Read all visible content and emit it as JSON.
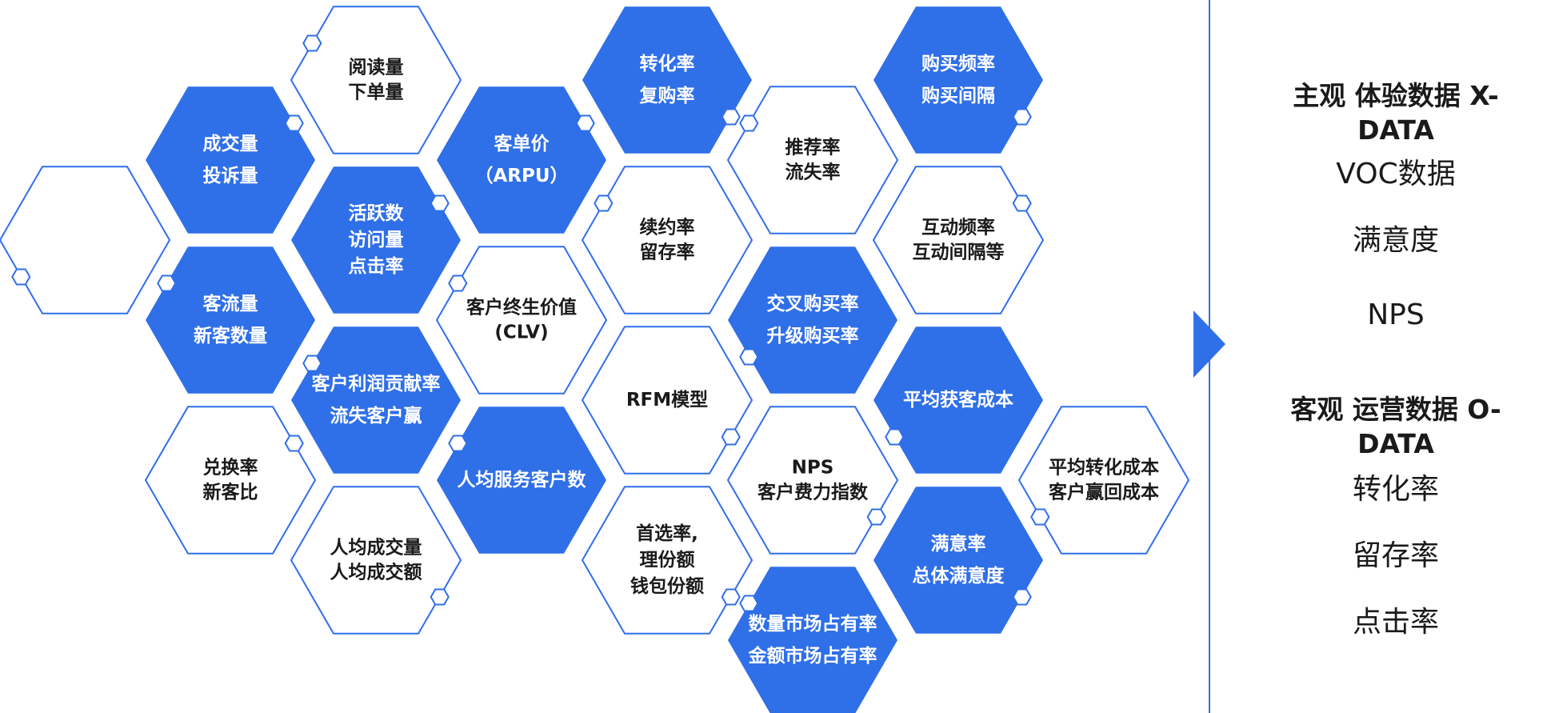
{
  "colors": {
    "accent": "#2f6fe8",
    "text_dark": "#1a1a1a",
    "text_light": "#ffffff",
    "background": "#ffffff"
  },
  "hexagons": [
    {
      "lines": [],
      "filled": false
    },
    {
      "lines": [
        "成交量",
        "投诉量"
      ],
      "filled": true
    },
    {
      "lines": [
        "客流量",
        "新客数量"
      ],
      "filled": true
    },
    {
      "lines": [
        "兑换率",
        "新客比"
      ],
      "filled": false
    },
    {
      "lines": [
        "阅读量",
        "下单量"
      ],
      "filled": false
    },
    {
      "lines": [
        "活跃数",
        "访问量",
        "点击率"
      ],
      "filled": true
    },
    {
      "lines": [
        "客户利润贡献率",
        "流失客户赢"
      ],
      "filled": true
    },
    {
      "lines": [
        "人均成交量",
        "人均成交额"
      ],
      "filled": false
    },
    {
      "lines": [
        "客单价",
        "（ARPU）"
      ],
      "filled": true
    },
    {
      "lines": [
        "客户终生价值",
        "(CLV)"
      ],
      "filled": false
    },
    {
      "lines": [
        "人均服务客户数"
      ],
      "filled": true
    },
    {
      "lines": [
        "转化率",
        "复购率"
      ],
      "filled": true
    },
    {
      "lines": [
        "续约率",
        "留存率"
      ],
      "filled": false
    },
    {
      "lines": [
        "RFM模型"
      ],
      "filled": false
    },
    {
      "lines": [
        "首选率,",
        "理份额",
        "钱包份额"
      ],
      "filled": false
    },
    {
      "lines": [
        "推荐率",
        "流失率"
      ],
      "filled": false
    },
    {
      "lines": [
        "交叉购买率",
        "升级购买率"
      ],
      "filled": true
    },
    {
      "lines": [
        "NPS",
        "客户费力指数"
      ],
      "filled": false
    },
    {
      "lines": [
        "数量市场占有率",
        "金额市场占有率"
      ],
      "filled": true
    },
    {
      "lines": [
        "购买频率",
        "购买间隔"
      ],
      "filled": true
    },
    {
      "lines": [
        "互动频率",
        "互动间隔等"
      ],
      "filled": false
    },
    {
      "lines": [
        "平均获客成本"
      ],
      "filled": true
    },
    {
      "lines": [
        "满意率",
        "总体满意度"
      ],
      "filled": true
    },
    {
      "lines": [
        "平均转化成本",
        "客户赢回成本"
      ],
      "filled": false
    }
  ],
  "right_panel": {
    "subjective_heading": "主观 体验数据 X-DATA",
    "subjective_items": [
      "VOC数据",
      "满意度",
      "NPS"
    ],
    "objective_heading": "客观 运营数据 O-DATA",
    "objective_items": [
      "转化率",
      "留存率",
      "点击率"
    ]
  }
}
